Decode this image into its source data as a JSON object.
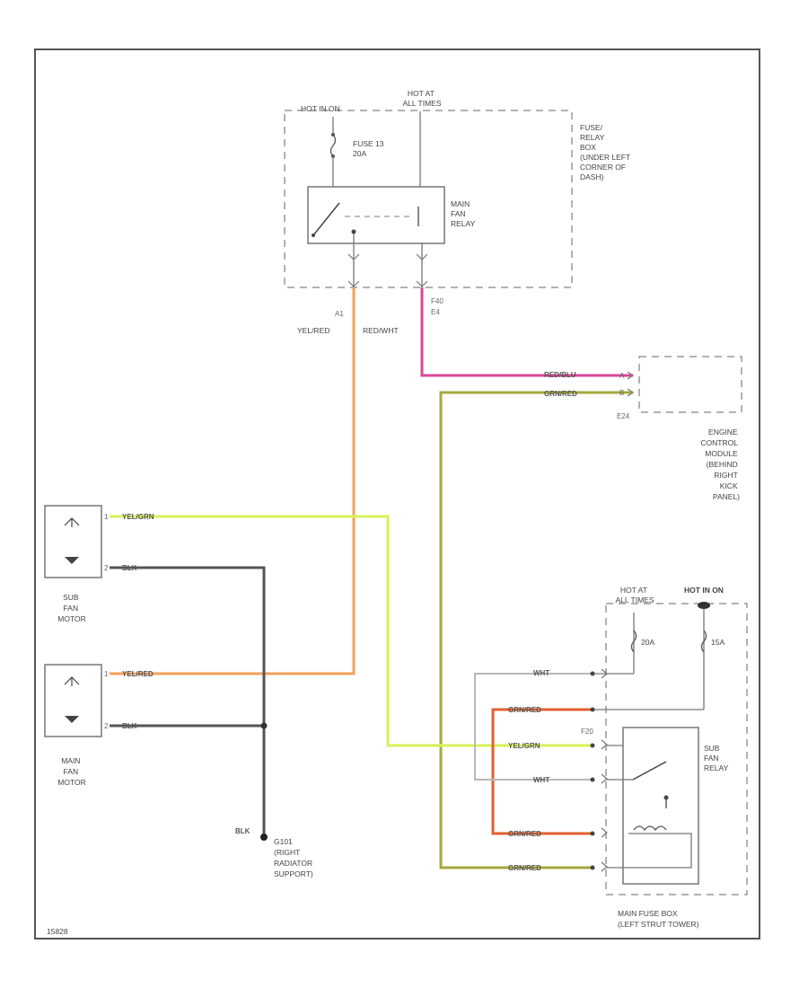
{
  "colors": {
    "orange": "#f4a05a",
    "pink": "#d9479a",
    "olive": "#a6a93c",
    "lime": "#d8f05a",
    "gray_wire": "#555555",
    "orange_red": "#e06030",
    "light_gray": "#b8b8b8",
    "frame": "#555555",
    "dash": "#999999"
  },
  "top_box": {
    "hot_at_all_times": "HOT AT ALL TIMES",
    "hot_in_on": "HOT IN ON",
    "fuse": "FUSE 13 20A",
    "relay_name": "MAIN FAN RELAY",
    "location": "FUSE/ RELAY BOX (UNDER LEFT CORNER OF DASH)"
  },
  "wires_top": {
    "a1_pin": "A1",
    "left_wire": "YEL/RED",
    "right_wire": "RED/WHT",
    "f40": "F40",
    "e4": "E4"
  },
  "ecm": {
    "wire1": "RED/BLU",
    "wire2": "GRN/RED",
    "pin1": "A",
    "pin2": "B",
    "connector": "E24",
    "name": "ENGINE CONTROL MODULE (BEHIND RIGHT KICK PANEL)"
  },
  "sub_fan_motor": {
    "wire_top": "YEL/GRN",
    "wire_bottom": "BLK",
    "name": "SUB FAN MOTOR"
  },
  "main_fan_motor": {
    "wire_top": "YEL/RED",
    "wire_bottom": "BLK",
    "name": "MAIN FAN MOTOR"
  },
  "ground": {
    "wire": "BLK",
    "name": "G101 (RIGHT RADIATOR SUPPORT)"
  },
  "main_fuse_box": {
    "hot_at_all_times": "HOT AT ALL TIMES",
    "hot_in_on": "HOT IN ON",
    "fuse1": "20A",
    "fuse2": "15A",
    "wires": [
      "WHT",
      "GRN/RED",
      "YEL/GRN",
      "WHT",
      "GRN/RED",
      "GRN/RED"
    ],
    "f20": "F20",
    "relay_name": "SUB FAN RELAY",
    "name": "MAIN FUSE BOX (LEFT STRUT TOWER)"
  },
  "footer_code": "15828"
}
